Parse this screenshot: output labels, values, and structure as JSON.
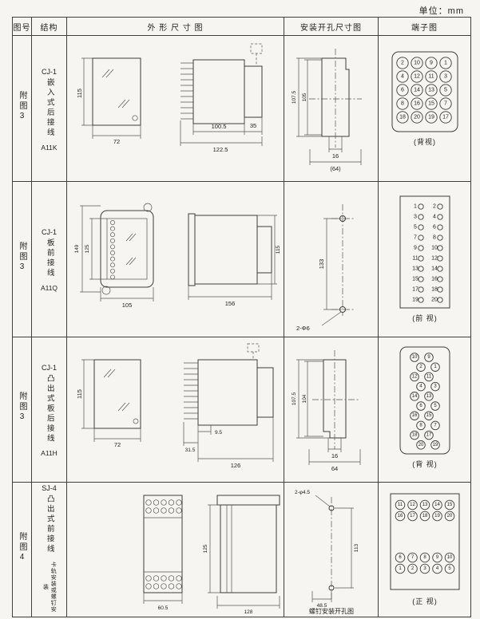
{
  "unit_label": "单位：mm",
  "headers": {
    "fig_no": "图号",
    "structure": "结构",
    "outline": "外 形 尺 寸 图",
    "mounting": "安装开孔尺寸图",
    "terminal": "端子图"
  },
  "rows": [
    {
      "fig_no": "附图3",
      "model": "CJ-1",
      "desc": "嵌入式后接线",
      "code": "A11K",
      "outline": {
        "d1": "115",
        "d2": "72",
        "d3": "100.5",
        "d4": "122.5",
        "d5": "35"
      },
      "mounting": {
        "d1": "107.5",
        "d2": "105",
        "d3": "16",
        "d4": "(64)"
      },
      "terminal": {
        "style": "grid",
        "view_label": "(背视)",
        "rows": [
          [
            2,
            10,
            9,
            1
          ],
          [
            4,
            12,
            11,
            3
          ],
          [
            6,
            14,
            13,
            5
          ],
          [
            8,
            16,
            15,
            7
          ],
          [
            18,
            20,
            19,
            17
          ]
        ]
      }
    },
    {
      "fig_no": "附图3",
      "model": "CJ-1",
      "desc": "板前接线",
      "code": "A11Q",
      "outline": {
        "d1": "149",
        "d2": "125",
        "d3": "105",
        "d4": "156",
        "d5": "115"
      },
      "mounting": {
        "d1": "133",
        "label": "2-Φ6"
      },
      "terminal": {
        "style": "cols",
        "view_label": "(前 视)",
        "rows": [
          [
            1,
            2
          ],
          [
            3,
            4
          ],
          [
            5,
            6
          ],
          [
            7,
            8
          ],
          [
            9,
            10
          ],
          [
            11,
            12
          ],
          [
            13,
            14
          ],
          [
            15,
            16
          ],
          [
            17,
            18
          ],
          [
            19,
            20
          ]
        ]
      }
    },
    {
      "fig_no": "附图3",
      "model": "CJ-1",
      "desc": "凸出式板后接线",
      "code": "A11H",
      "outline": {
        "d1": "115",
        "d2": "72",
        "d3": "9.5",
        "d4": "31.5",
        "d5": "126"
      },
      "mounting": {
        "d1": "107.5",
        "d2": "104",
        "d3": "16",
        "d4": "64"
      },
      "terminal": {
        "style": "pairs",
        "view_label": "(背 视)",
        "rows": [
          [
            10,
            9
          ],
          [
            2,
            1
          ],
          [
            12,
            11
          ],
          [
            4,
            3
          ],
          [
            14,
            13
          ],
          [
            6,
            5
          ],
          [
            16,
            15
          ],
          [
            8,
            7
          ],
          [
            18,
            17
          ],
          [
            20,
            19
          ]
        ]
      }
    },
    {
      "fig_no": "附图4",
      "model": "SJ-4",
      "desc": "凸出式前接线",
      "note": "卡轨安装或螺钉安装",
      "outline": {
        "d1": "60.5",
        "d2": "125",
        "d3": "128"
      },
      "mounting": {
        "d1": "2-φ4.5",
        "d2": "113",
        "d3": "48.5",
        "caption": "螺钉安装开孔图"
      },
      "terminal": {
        "style": "blocks",
        "view_label": "(正 视)",
        "blocks": [
          [
            [
              11,
              12,
              13,
              14,
              15
            ],
            [
              16,
              17,
              18,
              19,
              20
            ]
          ],
          [
            [
              6,
              7,
              8,
              9,
              10
            ],
            [
              1,
              2,
              3,
              4,
              5
            ]
          ]
        ]
      }
    }
  ]
}
